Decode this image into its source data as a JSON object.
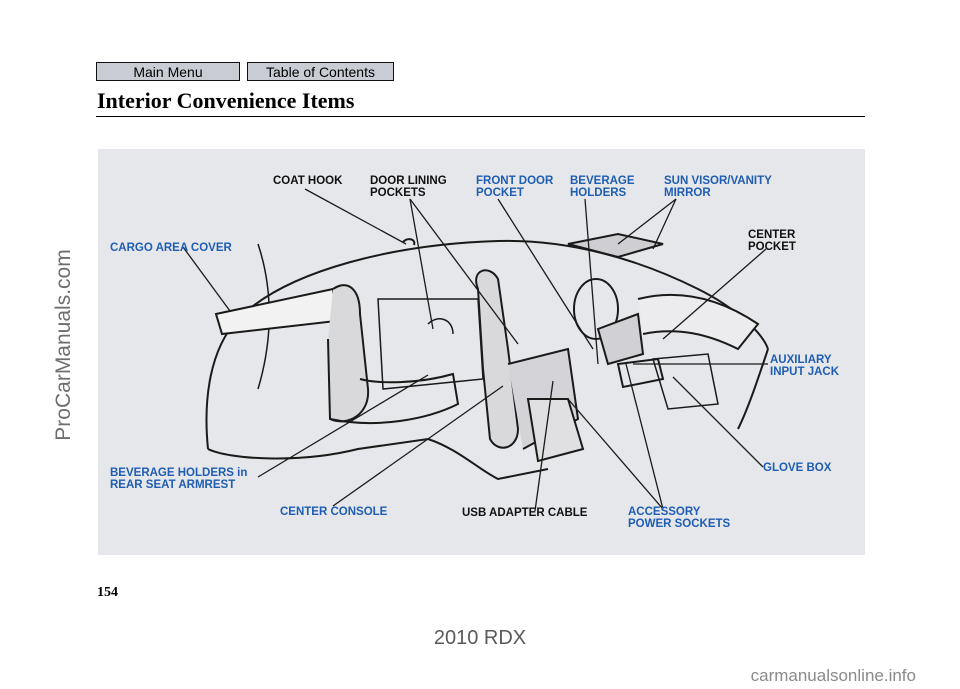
{
  "nav": {
    "main_menu": "Main Menu",
    "toc": "Table of Contents"
  },
  "page": {
    "title": "Interior Convenience Items",
    "number": "154"
  },
  "labels": {
    "coat_hook": "COAT HOOK",
    "door_lining_1": "DOOR LINING",
    "door_lining_2": "POCKETS",
    "front_door_1": "FRONT DOOR",
    "front_door_2": "POCKET",
    "beverage_1": "BEVERAGE",
    "beverage_2": "HOLDERS",
    "sun_visor_1": "SUN VISOR/VANITY",
    "sun_visor_2": "MIRROR",
    "center_pocket_1": "CENTER",
    "center_pocket_2": "POCKET",
    "cargo_cover": "CARGO AREA COVER",
    "aux_1": "AUXILIARY",
    "aux_2": "INPUT JACK",
    "rear_bev_1": "BEVERAGE HOLDERS in",
    "rear_bev_2": "REAR SEAT ARMREST",
    "glove_box": "GLOVE BOX",
    "center_console": "CENTER CONSOLE",
    "usb": "USB ADAPTER CABLE",
    "acc_1": "ACCESSORY",
    "acc_2": "POWER SOCKETS"
  },
  "watermarks": {
    "side": "ProCarManuals.com",
    "model": "2010 RDX",
    "site": "carmanualsonline.info"
  },
  "colors": {
    "callout_blue": "#1e5db3",
    "figure_bg": "#e6e7ea"
  }
}
